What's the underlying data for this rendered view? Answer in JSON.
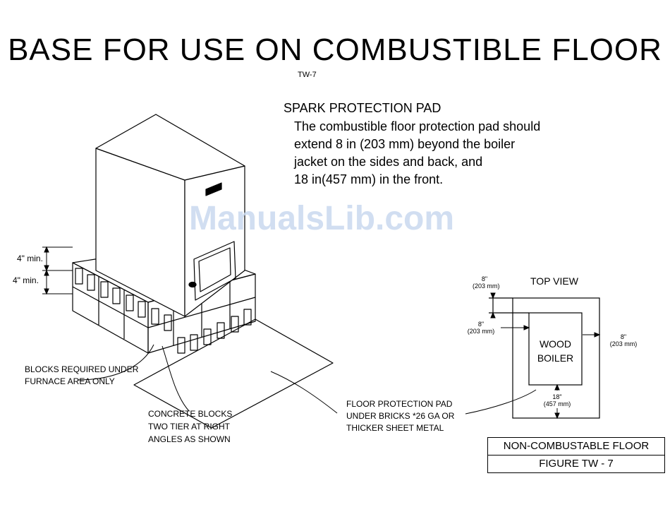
{
  "title": "BASE FOR USE ON COMBUSTIBLE FLOOR",
  "code": "TW-7",
  "spark": {
    "heading": "SPARK PROTECTION PAD",
    "lines": [
      "The combustible floor protection pad should",
      "extend 8 in (203 mm) beyond the boiler",
      "jacket on the sides and back, and",
      "18 in(457 mm) in the front."
    ]
  },
  "watermark": "ManualsLib.com",
  "dims_left": [
    "4\" min.",
    "4\" min."
  ],
  "labels": {
    "blocks_required": [
      "BLOCKS REQUIRED UNDER",
      "FURNACE AREA ONLY"
    ],
    "concrete_blocks": [
      "CONCRETE BLOCKS",
      "TWO TIER AT RIGHT",
      "ANGLES AS SHOWN"
    ],
    "floor_pad": [
      "FLOOR PROTECTION PAD",
      "UNDER BRICKS *26 GA OR",
      "THICKER SHEET METAL"
    ]
  },
  "top_view": {
    "title": "TOP VIEW",
    "boiler": [
      "WOOD",
      "BOILER"
    ],
    "back": [
      "8\"",
      "(203 mm)"
    ],
    "left": [
      "8\"",
      "(203 mm)"
    ],
    "right": [
      "8\"",
      "(203 mm)"
    ],
    "front": [
      "18\"",
      "(457 mm)"
    ]
  },
  "figure": {
    "caption": "NON-COMBUSTABLE FLOOR",
    "number": "FIGURE TW - 7"
  }
}
